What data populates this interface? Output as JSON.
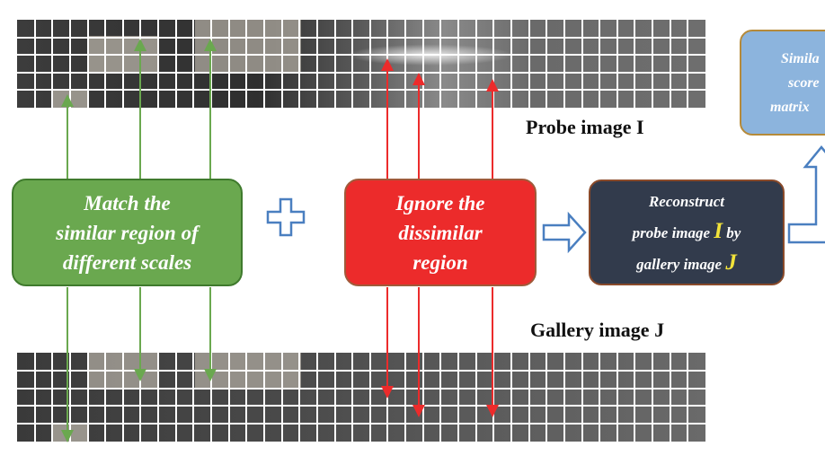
{
  "probe_caption": "Probe image I",
  "gallery_caption": "Gallery image J",
  "match_box": {
    "line1": "Match the",
    "line2": "similar region of",
    "line3": "different scales"
  },
  "ignore_box": {
    "line1": "Ignore the",
    "line2": "dissimilar",
    "line3": "region"
  },
  "reconstruct_box": {
    "line1": "Reconstruct",
    "line2a": "probe image ",
    "probe_symbol": "I",
    "line2b": " by",
    "line3a": "gallery image ",
    "gallery_symbol": "J"
  },
  "score_box": {
    "line1": "Simila",
    "line2": "score",
    "line3": "matrix"
  },
  "colors": {
    "green": "#6aa84f",
    "red": "#ec2b2b",
    "dark": "#323b4c",
    "blue_arrow": "#4a7fc0",
    "score_box": "#8cb4dd",
    "symbol_yellow": "#f2e33a"
  },
  "icons": [
    "plus-icon",
    "hollow-right-arrow-icon",
    "hollow-up-arrow-icon"
  ]
}
